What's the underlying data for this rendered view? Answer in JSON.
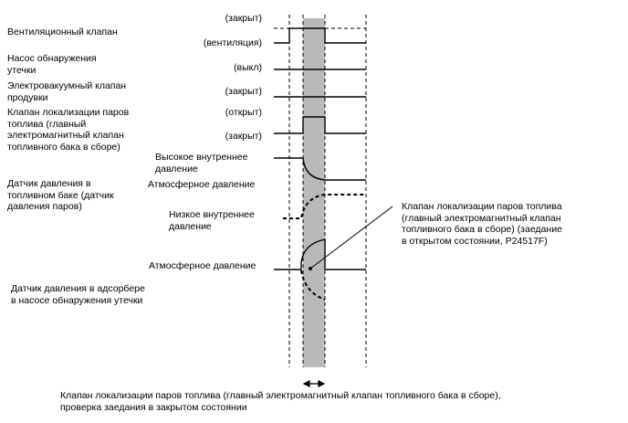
{
  "signals": {
    "vent_valve": "Вентиляционный клапан",
    "leak_pump": "Насос обнаружения\nутечки",
    "vsv_purge": "Электровакуумный клапан\nпродувки",
    "vapor_valve": "Клапан локализации паров\nтоплива (главный\nэлектромагнитный клапан\nтопливного бака в сборе)",
    "tank_sensor": "Датчик давления в\nтопливном баке (датчик\nдавления паров)",
    "canister_sensor": "Датчик давления в адсорбере\nв насосе обнаружения утечки"
  },
  "states": {
    "closed_1": "(закрыт)",
    "vent": "(вентиляция)",
    "off": "(выкл)",
    "closed_2": "(закрыт)",
    "open": "(открыт)",
    "closed_3": "(закрыт)",
    "high_pressure": "Высокое внутреннее\nдавление",
    "atm_1": "Атмосферное давление",
    "low_pressure": "Низкое внутреннее\nдавление",
    "atm_2": "Атмосферное давление"
  },
  "callout": "Клапан локализации паров топлива\n(главный электромагнитный клапан\nтопливного бака в сборе) (заедание\nв открытом состоянии, P24517F)",
  "caption": "Клапан локализации паров топлива (главный электромагнитный клапан топливного бака в сборе),\nпроверка заедания в закрытом состоянии"
}
